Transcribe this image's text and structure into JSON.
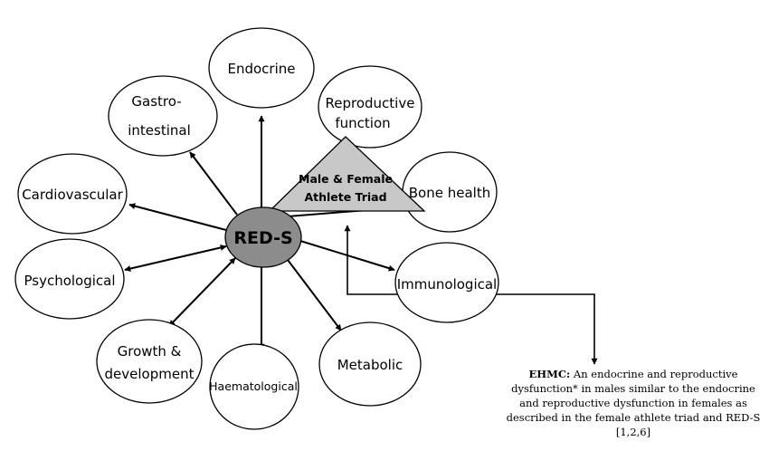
{
  "center": {
    "label": "RED-S"
  },
  "triad": {
    "line1": "Male & Female",
    "line2": "Athlete Triad"
  },
  "nodes": {
    "endocrine": {
      "line1": "Endocrine"
    },
    "gastrointestinal": {
      "line1": "Gastro-",
      "line2": "intestinal"
    },
    "reproductive": {
      "line1": "Reproductive",
      "line2": "function"
    },
    "cardiovascular": {
      "line1": "Cardiovascular"
    },
    "bone": {
      "line1": "Bone health"
    },
    "psychological": {
      "line1": "Psychological"
    },
    "immunological": {
      "line1": "Immunological"
    },
    "growth": {
      "line1": "Growth &",
      "line2": "development"
    },
    "haematological": {
      "line1": "Haematological"
    },
    "metabolic": {
      "line1": "Metabolic"
    }
  },
  "note": {
    "term": "EHMC:",
    "line1_rest": " An endocrine and reproductive",
    "line2": "dysfunction* in males similar to the endocrine",
    "line3": "and reproductive dysfunction in females as",
    "line4": "described in the female athlete triad and RED-S",
    "line5": "[1,2,6]"
  }
}
